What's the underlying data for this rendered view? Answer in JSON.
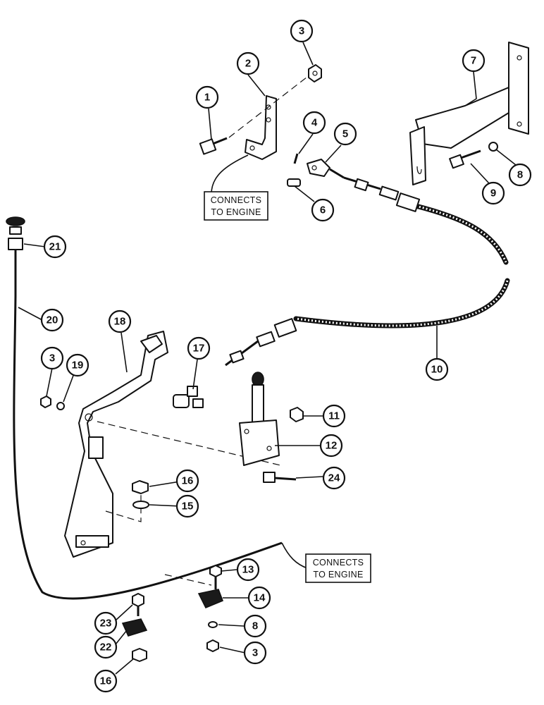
{
  "diagram": {
    "callout_labels": {
      "c1": "1",
      "c2": "2",
      "c3a": "3",
      "c4": "4",
      "c5": "5",
      "c6": "6",
      "c7": "7",
      "c8a": "8",
      "c9": "9",
      "c10": "10",
      "c11": "11",
      "c12": "12",
      "c13": "13",
      "c14": "14",
      "c15": "15",
      "c16a": "16",
      "c17": "17",
      "c18": "18",
      "c19": "19",
      "c20": "20",
      "c21": "21",
      "c22": "22",
      "c23": "23",
      "c24": "24",
      "c3b": "3",
      "c8b": "8",
      "c3c": "3",
      "c16b": "16"
    },
    "notes": {
      "top_line1": "CONNECTS",
      "top_line2": "TO ENGINE",
      "bottom_line1": "CONNECTS",
      "bottom_line2": "TO ENGINE"
    }
  }
}
